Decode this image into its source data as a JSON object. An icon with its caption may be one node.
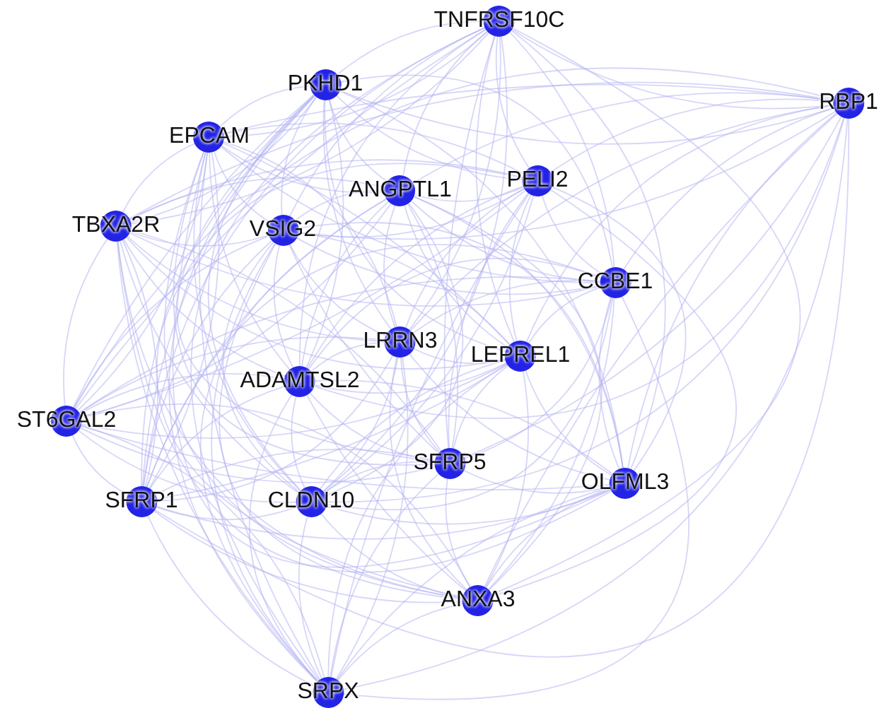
{
  "diagram": {
    "nodes": [
      {
        "text": [
          "TNFRSF10C"
        ]
      },
      {
        "text": [
          "PKHD1"
        ]
      },
      {
        "text": [
          "RBP1"
        ]
      },
      {
        "text": [
          "EPCAM"
        ]
      },
      {
        "text": [
          "ANGPTL1"
        ]
      },
      {
        "text": [
          "PELI2"
        ]
      },
      {
        "text": [
          "TBXA2R"
        ]
      },
      {
        "text": [
          "VSIG2"
        ]
      },
      {
        "text": [
          "CCBE1"
        ]
      },
      {
        "text": [
          "LRRN3"
        ]
      },
      {
        "text": [
          "LEPREL1"
        ]
      },
      {
        "text": [
          "ADAMTSL2"
        ]
      },
      {
        "text": [
          "ST6GAL2"
        ]
      },
      {
        "text": [
          "SFRP5"
        ]
      },
      {
        "text": [
          "OLFML3"
        ]
      },
      {
        "text": [
          "SFRP1"
        ]
      },
      {
        "text": [
          "CLDN10"
        ]
      },
      {
        "text": [
          "ANXA3"
        ]
      },
      {
        "text": [
          "SRPX"
        ]
      }
    ],
    "edges": [
      {
        "from": 0,
        "to": 1,
        "arrow": "none"
      },
      {
        "from": 0,
        "to": 2,
        "arrow": "none"
      },
      {
        "from": 0,
        "to": 3,
        "arrow": "none"
      },
      {
        "from": 0,
        "to": 4,
        "arrow": "none"
      },
      {
        "from": 0,
        "to": 5,
        "arrow": "none"
      },
      {
        "from": 0,
        "to": 6,
        "arrow": "none"
      },
      {
        "from": 0,
        "to": 7,
        "arrow": "none"
      },
      {
        "from": 0,
        "to": 8,
        "arrow": "none"
      },
      {
        "from": 0,
        "to": 9,
        "arrow": "none"
      },
      {
        "from": 0,
        "to": 10,
        "arrow": "none"
      },
      {
        "from": 0,
        "to": 11,
        "arrow": "none"
      },
      {
        "from": 0,
        "to": 12,
        "arrow": "none"
      },
      {
        "from": 0,
        "to": 13,
        "arrow": "none"
      },
      {
        "from": 0,
        "to": 14,
        "arrow": "none"
      },
      {
        "from": 0,
        "to": 15,
        "arrow": "none"
      },
      {
        "from": 0,
        "to": 16,
        "arrow": "none"
      },
      {
        "from": 0,
        "to": 17,
        "arrow": "none"
      },
      {
        "from": 0,
        "to": 18,
        "arrow": "none"
      },
      {
        "from": 1,
        "to": 2,
        "arrow": "none"
      },
      {
        "from": 1,
        "to": 3,
        "arrow": "none"
      },
      {
        "from": 1,
        "to": 4,
        "arrow": "none"
      },
      {
        "from": 1,
        "to": 5,
        "arrow": "none"
      },
      {
        "from": 1,
        "to": 6,
        "arrow": "none"
      },
      {
        "from": 1,
        "to": 7,
        "arrow": "none"
      },
      {
        "from": 1,
        "to": 8,
        "arrow": "none"
      },
      {
        "from": 1,
        "to": 9,
        "arrow": "none"
      },
      {
        "from": 1,
        "to": 10,
        "arrow": "none"
      },
      {
        "from": 1,
        "to": 11,
        "arrow": "none"
      },
      {
        "from": 1,
        "to": 12,
        "arrow": "none"
      },
      {
        "from": 1,
        "to": 13,
        "arrow": "none"
      },
      {
        "from": 1,
        "to": 14,
        "arrow": "none"
      },
      {
        "from": 1,
        "to": 15,
        "arrow": "none"
      },
      {
        "from": 1,
        "to": 16,
        "arrow": "none"
      },
      {
        "from": 1,
        "to": 17,
        "arrow": "none"
      },
      {
        "from": 1,
        "to": 18,
        "arrow": "none"
      },
      {
        "from": 2,
        "to": 3,
        "arrow": "none"
      },
      {
        "from": 2,
        "to": 4,
        "arrow": "none"
      },
      {
        "from": 2,
        "to": 5,
        "arrow": "none"
      },
      {
        "from": 2,
        "to": 6,
        "arrow": "none"
      },
      {
        "from": 2,
        "to": 7,
        "arrow": "none"
      },
      {
        "from": 2,
        "to": 8,
        "arrow": "none"
      },
      {
        "from": 2,
        "to": 9,
        "arrow": "none"
      },
      {
        "from": 2,
        "to": 10,
        "arrow": "none"
      },
      {
        "from": 2,
        "to": 11,
        "arrow": "none"
      },
      {
        "from": 2,
        "to": 12,
        "arrow": "none"
      },
      {
        "from": 2,
        "to": 13,
        "arrow": "none"
      },
      {
        "from": 2,
        "to": 14,
        "arrow": "none"
      },
      {
        "from": 2,
        "to": 15,
        "arrow": "none"
      },
      {
        "from": 2,
        "to": 16,
        "arrow": "none"
      },
      {
        "from": 2,
        "to": 17,
        "arrow": "none"
      },
      {
        "from": 2,
        "to": 18,
        "arrow": "none"
      },
      {
        "from": 3,
        "to": 4,
        "arrow": "none"
      },
      {
        "from": 3,
        "to": 5,
        "arrow": "none"
      },
      {
        "from": 3,
        "to": 6,
        "arrow": "none"
      },
      {
        "from": 3,
        "to": 7,
        "arrow": "none"
      },
      {
        "from": 3,
        "to": 8,
        "arrow": "none"
      },
      {
        "from": 3,
        "to": 9,
        "arrow": "none"
      },
      {
        "from": 3,
        "to": 10,
        "arrow": "none"
      },
      {
        "from": 3,
        "to": 11,
        "arrow": "none"
      },
      {
        "from": 3,
        "to": 12,
        "arrow": "none"
      },
      {
        "from": 3,
        "to": 13,
        "arrow": "none"
      },
      {
        "from": 3,
        "to": 14,
        "arrow": "none"
      },
      {
        "from": 3,
        "to": 15,
        "arrow": "none"
      },
      {
        "from": 3,
        "to": 16,
        "arrow": "none"
      },
      {
        "from": 3,
        "to": 17,
        "arrow": "none"
      },
      {
        "from": 3,
        "to": 18,
        "arrow": "none"
      },
      {
        "from": 4,
        "to": 5,
        "arrow": "none"
      },
      {
        "from": 4,
        "to": 6,
        "arrow": "none"
      },
      {
        "from": 4,
        "to": 7,
        "arrow": "none"
      },
      {
        "from": 4,
        "to": 8,
        "arrow": "none"
      },
      {
        "from": 4,
        "to": 9,
        "arrow": "none"
      },
      {
        "from": 4,
        "to": 10,
        "arrow": "none"
      },
      {
        "from": 4,
        "to": 11,
        "arrow": "none"
      },
      {
        "from": 4,
        "to": 12,
        "arrow": "none"
      },
      {
        "from": 4,
        "to": 13,
        "arrow": "none"
      },
      {
        "from": 4,
        "to": 14,
        "arrow": "none"
      },
      {
        "from": 4,
        "to": 15,
        "arrow": "none"
      },
      {
        "from": 4,
        "to": 16,
        "arrow": "none"
      },
      {
        "from": 4,
        "to": 17,
        "arrow": "none"
      },
      {
        "from": 4,
        "to": 18,
        "arrow": "none"
      },
      {
        "from": 5,
        "to": 6,
        "arrow": "none"
      },
      {
        "from": 5,
        "to": 7,
        "arrow": "none"
      },
      {
        "from": 5,
        "to": 8,
        "arrow": "none"
      },
      {
        "from": 5,
        "to": 9,
        "arrow": "none"
      },
      {
        "from": 5,
        "to": 10,
        "arrow": "none"
      },
      {
        "from": 5,
        "to": 11,
        "arrow": "none"
      },
      {
        "from": 5,
        "to": 12,
        "arrow": "none"
      },
      {
        "from": 5,
        "to": 13,
        "arrow": "none"
      },
      {
        "from": 5,
        "to": 14,
        "arrow": "none"
      },
      {
        "from": 5,
        "to": 15,
        "arrow": "none"
      },
      {
        "from": 5,
        "to": 16,
        "arrow": "none"
      },
      {
        "from": 5,
        "to": 17,
        "arrow": "none"
      },
      {
        "from": 5,
        "to": 18,
        "arrow": "none"
      },
      {
        "from": 6,
        "to": 7,
        "arrow": "none"
      },
      {
        "from": 6,
        "to": 8,
        "arrow": "none"
      },
      {
        "from": 6,
        "to": 9,
        "arrow": "none"
      },
      {
        "from": 6,
        "to": 10,
        "arrow": "none"
      },
      {
        "from": 6,
        "to": 11,
        "arrow": "none"
      },
      {
        "from": 6,
        "to": 12,
        "arrow": "none"
      },
      {
        "from": 6,
        "to": 13,
        "arrow": "none"
      },
      {
        "from": 6,
        "to": 14,
        "arrow": "none"
      },
      {
        "from": 6,
        "to": 15,
        "arrow": "none"
      },
      {
        "from": 6,
        "to": 16,
        "arrow": "none"
      },
      {
        "from": 6,
        "to": 17,
        "arrow": "none"
      },
      {
        "from": 6,
        "to": 18,
        "arrow": "none"
      },
      {
        "from": 7,
        "to": 8,
        "arrow": "none"
      },
      {
        "from": 7,
        "to": 9,
        "arrow": "none"
      },
      {
        "from": 7,
        "to": 10,
        "arrow": "none"
      },
      {
        "from": 7,
        "to": 11,
        "arrow": "none"
      },
      {
        "from": 7,
        "to": 12,
        "arrow": "none"
      },
      {
        "from": 7,
        "to": 13,
        "arrow": "none"
      },
      {
        "from": 7,
        "to": 14,
        "arrow": "none"
      },
      {
        "from": 7,
        "to": 15,
        "arrow": "none"
      },
      {
        "from": 7,
        "to": 16,
        "arrow": "none"
      },
      {
        "from": 7,
        "to": 17,
        "arrow": "none"
      },
      {
        "from": 7,
        "to": 18,
        "arrow": "none"
      },
      {
        "from": 8,
        "to": 9,
        "arrow": "none"
      },
      {
        "from": 8,
        "to": 10,
        "arrow": "none"
      },
      {
        "from": 8,
        "to": 11,
        "arrow": "none"
      },
      {
        "from": 8,
        "to": 12,
        "arrow": "none"
      },
      {
        "from": 8,
        "to": 13,
        "arrow": "none"
      },
      {
        "from": 8,
        "to": 14,
        "arrow": "none"
      },
      {
        "from": 8,
        "to": 15,
        "arrow": "none"
      },
      {
        "from": 8,
        "to": 16,
        "arrow": "none"
      },
      {
        "from": 8,
        "to": 17,
        "arrow": "none"
      },
      {
        "from": 8,
        "to": 18,
        "arrow": "none"
      },
      {
        "from": 9,
        "to": 10,
        "arrow": "none"
      },
      {
        "from": 9,
        "to": 11,
        "arrow": "none"
      },
      {
        "from": 9,
        "to": 12,
        "arrow": "none"
      },
      {
        "from": 9,
        "to": 13,
        "arrow": "none"
      },
      {
        "from": 9,
        "to": 14,
        "arrow": "none"
      },
      {
        "from": 9,
        "to": 15,
        "arrow": "none"
      },
      {
        "from": 9,
        "to": 16,
        "arrow": "none"
      },
      {
        "from": 9,
        "to": 17,
        "arrow": "none"
      },
      {
        "from": 9,
        "to": 18,
        "arrow": "none"
      },
      {
        "from": 10,
        "to": 11,
        "arrow": "none"
      },
      {
        "from": 10,
        "to": 12,
        "arrow": "none"
      },
      {
        "from": 10,
        "to": 13,
        "arrow": "none"
      },
      {
        "from": 10,
        "to": 14,
        "arrow": "none"
      },
      {
        "from": 10,
        "to": 15,
        "arrow": "none"
      },
      {
        "from": 10,
        "to": 16,
        "arrow": "none"
      },
      {
        "from": 10,
        "to": 17,
        "arrow": "none"
      },
      {
        "from": 10,
        "to": 18,
        "arrow": "none"
      },
      {
        "from": 11,
        "to": 12,
        "arrow": "none"
      },
      {
        "from": 11,
        "to": 13,
        "arrow": "none"
      },
      {
        "from": 11,
        "to": 14,
        "arrow": "none"
      },
      {
        "from": 11,
        "to": 15,
        "arrow": "none"
      },
      {
        "from": 11,
        "to": 16,
        "arrow": "none"
      },
      {
        "from": 11,
        "to": 17,
        "arrow": "none"
      },
      {
        "from": 11,
        "to": 18,
        "arrow": "none"
      },
      {
        "from": 12,
        "to": 13,
        "arrow": "none"
      },
      {
        "from": 12,
        "to": 14,
        "arrow": "none"
      },
      {
        "from": 12,
        "to": 15,
        "arrow": "none"
      },
      {
        "from": 12,
        "to": 16,
        "arrow": "none"
      },
      {
        "from": 12,
        "to": 17,
        "arrow": "none"
      },
      {
        "from": 12,
        "to": 18,
        "arrow": "none"
      },
      {
        "from": 13,
        "to": 14,
        "arrow": "none"
      },
      {
        "from": 13,
        "to": 15,
        "arrow": "none"
      },
      {
        "from": 13,
        "to": 16,
        "arrow": "none"
      },
      {
        "from": 13,
        "to": 17,
        "arrow": "none"
      },
      {
        "from": 13,
        "to": 18,
        "arrow": "none"
      },
      {
        "from": 14,
        "to": 15,
        "arrow": "none"
      },
      {
        "from": 14,
        "to": 16,
        "arrow": "none"
      },
      {
        "from": 14,
        "to": 17,
        "arrow": "none"
      },
      {
        "from": 14,
        "to": 18,
        "arrow": "none"
      },
      {
        "from": 15,
        "to": 16,
        "arrow": "none"
      },
      {
        "from": 15,
        "to": 17,
        "arrow": "none"
      },
      {
        "from": 15,
        "to": 18,
        "arrow": "none"
      },
      {
        "from": 16,
        "to": 17,
        "arrow": "none"
      },
      {
        "from": 16,
        "to": 18,
        "arrow": "none"
      },
      {
        "from": 17,
        "to": 18,
        "arrow": "none"
      }
    ]
  }
}
